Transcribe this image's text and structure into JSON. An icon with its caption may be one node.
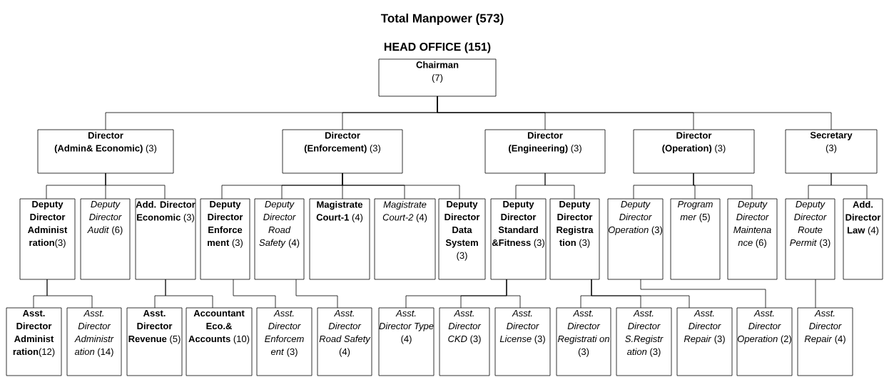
{
  "diagram": {
    "title": "Total Manpower (573)",
    "nodes": [
      {
        "text": [
          "Chairman",
          "(7)"
        ]
      },
      {
        "text": [
          "Director",
          "**(Admin& Economic)** (3)"
        ]
      },
      {
        "text": [
          "Director",
          "**(Enforcement)** (3)"
        ]
      },
      {
        "text": [
          "Director",
          "**(Engineering)** (3)"
        ]
      },
      {
        "text": [
          "Director",
          "**(Operation)** (3)"
        ]
      },
      {
        "text": [
          "Secretary",
          "(3)"
        ]
      },
      {
        "text": [
          "**Deputy Director Administ ration**(3)"
        ]
      },
      {
        "text": [
          "*Deputy Director Audit* (6)"
        ]
      },
      {
        "text": [
          "**Add. Director Economic** (3)"
        ]
      },
      {
        "text": [
          "**Deputy Director Enforce ment** (3)"
        ]
      },
      {
        "text": [
          "*Deputy Director Road Safety* (4)"
        ]
      },
      {
        "text": [
          "**Magistrate Court-1** (4)"
        ]
      },
      {
        "text": [
          "*Magistrate Court-2* (4)"
        ]
      },
      {
        "text": [
          "**Deputy Director Data System** (3)"
        ]
      },
      {
        "text": [
          "**Deputy Director Standard &Fitness** (3)"
        ]
      },
      {
        "text": [
          "**Deputy Director Registra tion** (3)"
        ]
      },
      {
        "text": [
          "*Deputy Director Operation* (3)"
        ]
      },
      {
        "text": [
          "*Program mer* (5)"
        ]
      },
      {
        "text": [
          "*Deputy Director Maintena nce* (6)"
        ]
      },
      {
        "text": [
          "*Deputy Director Route Permit* (3)"
        ]
      },
      {
        "text": [
          "**Add. Director Law** (4)"
        ]
      },
      {
        "text": [
          "**Asst. Director Administ ration**(12)"
        ]
      },
      {
        "text": [
          "*Asst. Director Administr ation* (14)"
        ]
      },
      {
        "text": [
          "**Asst. Director Revenue** (5)"
        ]
      },
      {
        "text": [
          "**Accountant Eco.& Accounts** (10)"
        ]
      },
      {
        "text": [
          "*Asst. Director Enforcem ent* (3)"
        ]
      },
      {
        "text": [
          "*Asst. Director Road Safety* (4)"
        ]
      },
      {
        "text": [
          "*Asst. Director Type* (4)"
        ]
      },
      {
        "text": [
          "*Asst. Director CKD* (3)"
        ]
      },
      {
        "text": [
          "*Asst. Director License* (3)"
        ]
      },
      {
        "text": [
          "*Asst. Director Registrati on* (3)"
        ]
      },
      {
        "text": [
          "*Asst. Director S.Registr ation* (3)"
        ]
      },
      {
        "text": [
          "*Asst. Director Repair* (3)"
        ]
      },
      {
        "text": [
          "*Asst. Director Operation* (2)"
        ]
      },
      {
        "text": [
          "*Asst. Director Repair* (4)"
        ]
      }
    ],
    "edges": [
      {
        "from": 0,
        "to": 1,
        "arrow": "none"
      },
      {
        "from": 0,
        "to": 2,
        "arrow": "none"
      },
      {
        "from": 0,
        "to": 3,
        "arrow": "none"
      },
      {
        "from": 0,
        "to": 4,
        "arrow": "none"
      },
      {
        "from": 0,
        "to": 5,
        "arrow": "none"
      },
      {
        "from": 1,
        "to": 6,
        "arrow": "none"
      },
      {
        "from": 1,
        "to": 7,
        "arrow": "none"
      },
      {
        "from": 1,
        "to": 8,
        "arrow": "none"
      },
      {
        "from": 2,
        "to": 9,
        "arrow": "none"
      },
      {
        "from": 2,
        "to": 10,
        "arrow": "none"
      },
      {
        "from": 2,
        "to": 11,
        "arrow": "none"
      },
      {
        "from": 2,
        "to": 12,
        "arrow": "none"
      },
      {
        "from": 2,
        "to": 13,
        "arrow": "none"
      },
      {
        "from": 3,
        "to": 14,
        "arrow": "none"
      },
      {
        "from": 3,
        "to": 15,
        "arrow": "none"
      },
      {
        "from": 4,
        "to": 16,
        "arrow": "none"
      },
      {
        "from": 4,
        "to": 17,
        "arrow": "none"
      },
      {
        "from": 4,
        "to": 18,
        "arrow": "none"
      },
      {
        "from": 5,
        "to": 19,
        "arrow": "none"
      },
      {
        "from": 5,
        "to": 20,
        "arrow": "none"
      },
      {
        "from": 6,
        "to": 21,
        "arrow": "none"
      },
      {
        "from": 6,
        "to": 22,
        "arrow": "none"
      },
      {
        "from": 8,
        "to": 23,
        "arrow": "none"
      },
      {
        "from": 8,
        "to": 24,
        "arrow": "none"
      },
      {
        "from": 9,
        "to": 25,
        "arrow": "none"
      },
      {
        "from": 10,
        "to": 26,
        "arrow": "none"
      },
      {
        "from": 14,
        "to": 27,
        "arrow": "none"
      },
      {
        "from": 14,
        "to": 28,
        "arrow": "none"
      },
      {
        "from": 14,
        "to": 29,
        "arrow": "none"
      },
      {
        "from": 15,
        "to": 30,
        "arrow": "none"
      },
      {
        "from": 15,
        "to": 31,
        "arrow": "none"
      },
      {
        "from": 15,
        "to": 32,
        "arrow": "none"
      },
      {
        "from": 16,
        "to": 33,
        "arrow": "none"
      },
      {
        "from": 19,
        "to": 34,
        "arrow": "none"
      }
    ],
    "labels": [
      "HEAD OFFICE (151)"
    ]
  }
}
